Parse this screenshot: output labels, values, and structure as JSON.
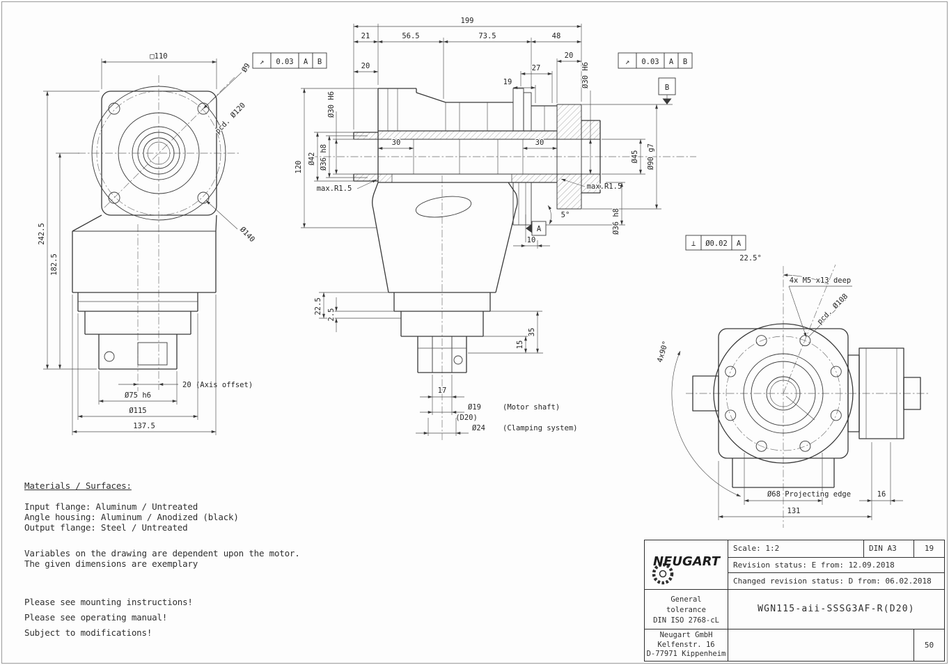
{
  "front": {
    "square": "□110",
    "hole": "Ø9",
    "pcd": "pcd. Ø120",
    "flange": "Ø140",
    "h_total": "242.5",
    "h_axis": "182.5",
    "axis_offset": "20 (Axis offset)",
    "pilot": "Ø75 h6",
    "dia115": "Ø115",
    "width": "137.5"
  },
  "side": {
    "len199": "199",
    "seg21": "21",
    "seg565": "56.5",
    "seg735": "73.5",
    "seg48": "48",
    "len20l": "20",
    "len20r": "20",
    "len27": "27",
    "len19": "19",
    "bore30l": "Ø30 H6",
    "bore30r": "Ø30 H6",
    "h120": "120",
    "dia42": "Ø42",
    "dia36l": "Ø36 h8",
    "dia36r": "Ø36 h8",
    "rmaxl": "max.R1.5",
    "rmaxr": "max.R1.5",
    "len30l": "30",
    "len30r": "30",
    "dia45": "Ø45",
    "dia90": "Ø90 g7",
    "ang5": "5°",
    "len10": "10",
    "len225": "22.5",
    "len25": "2.5",
    "len35": "35",
    "len15": "15",
    "len17": "17",
    "dia19": "Ø19",
    "motor_shaft": "(Motor shaft)",
    "d20": "(D20)",
    "dia24": "Ø24",
    "clamping": "(Clamping system)"
  },
  "rear": {
    "ang225": "22.5°",
    "ang4x90": "4x90°",
    "thread": "4x M5 x13 deep",
    "pcd": "pcd. Ø108",
    "dia68": "Ø68 Projecting edge",
    "len16": "16",
    "len131": "131"
  },
  "fcf": {
    "runout_sym": "↗",
    "tol_left": "0.03",
    "left_d1": "A",
    "left_d2": "B",
    "tol_right": "0.03",
    "right_d1": "A",
    "right_d2": "B",
    "perp_sym": "⊥",
    "perp_tol": "Ø0.02",
    "perp_datum": "A",
    "datum_a": "A",
    "datum_b": "B"
  },
  "notes": {
    "materials_title": "Materials / Surfaces:",
    "materials": [
      "Input flange: Aluminum / Untreated",
      "Angle housing: Aluminum / Anodized (black)",
      "Output flange: Steel / Untreated"
    ],
    "variables_1": "Variables on the drawing are dependent upon the motor.",
    "variables_2": "The given dimensions are exemplary",
    "instruction_1": "Please see mounting instructions!",
    "instruction_2": "Please see operating manual!",
    "instruction_3": "Subject to modifications!"
  },
  "title_block": {
    "brand": "NEUGART",
    "scale_label": "Scale: 1:2",
    "format": "DIN A3",
    "sheet": "19",
    "revision": "Revision status: E  from: 12.09.2018",
    "changed": "Changed revision status: D  from: 06.02.2018",
    "tolerance_line1": "General",
    "tolerance_line2": "tolerance",
    "tolerance_line3": "DIN ISO 2768-cL",
    "part_number": "WGN115-aii-SSSG3AF-R(D20)",
    "company_line1": "Neugart GmbH",
    "company_line2": "Kelfenstr. 16",
    "company_line3": "D-77971 Kippenheim",
    "page_number": "50"
  }
}
